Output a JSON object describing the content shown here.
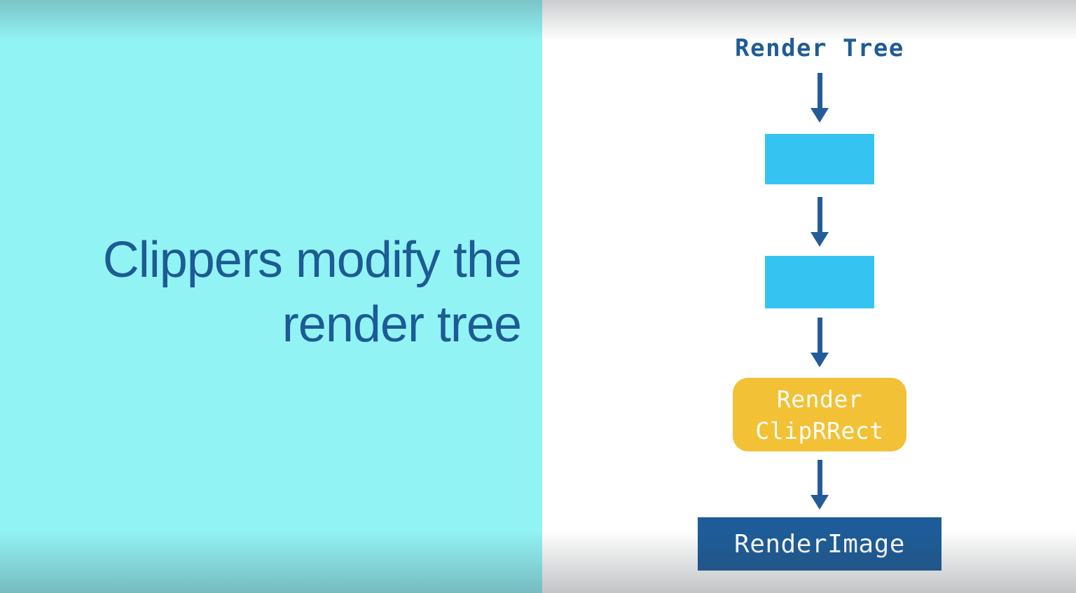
{
  "colors": {
    "cyan-bg": "#92f3f5",
    "white-bg": "#ffffff",
    "headline-blue": "#1d5b94",
    "title-blue": "#1e5c96",
    "arrow-blue": "#245c9a",
    "sky-blue": "#35c4f2",
    "gold": "#f3c136",
    "navy": "#1d5c99"
  },
  "left_panel": {
    "headline_line1": "Clippers modify the",
    "headline_line2": "render tree"
  },
  "diagram": {
    "title": "Render Tree",
    "clip_node": {
      "line1": "Render",
      "line2": "ClipRRect"
    },
    "image_node": {
      "label": "RenderImage"
    }
  }
}
